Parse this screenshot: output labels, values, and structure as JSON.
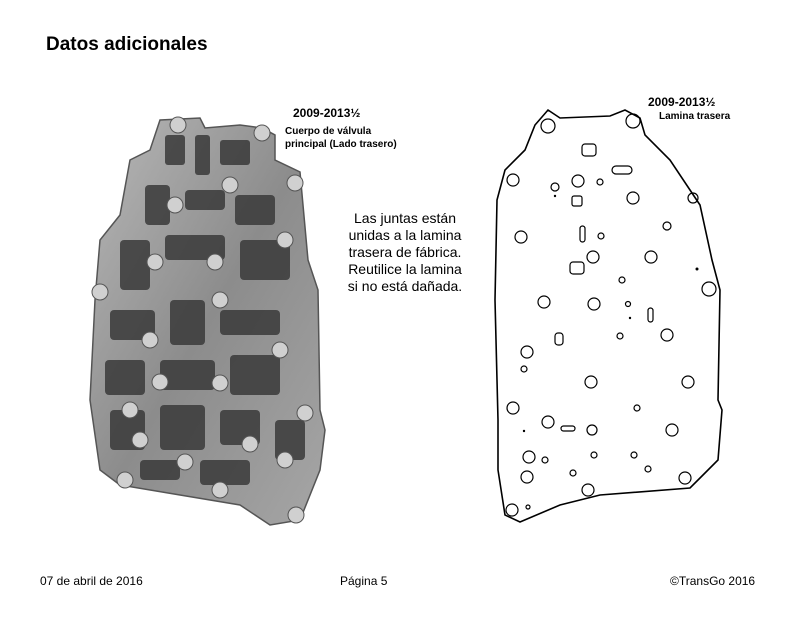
{
  "page": {
    "heading": "Datos adicionales"
  },
  "left_figure": {
    "year": "2009-2013½",
    "caption_line1": "Cuerpo de válvula",
    "caption_line2": "principal (Lado trasero)",
    "image_description_icon": "valve-body-photo"
  },
  "center_note": {
    "lines": [
      "Las juntas están",
      "unidas a la lamina",
      "trasera de fábrica.",
      "Reutilice la lamina",
      "si no está dañada."
    ]
  },
  "right_figure": {
    "year": "2009-2013½",
    "caption": "Lamina trasera",
    "image_description_icon": "separator-plate-drawing"
  },
  "footer": {
    "date": "07 de abril de 2016",
    "page": "Página 5",
    "copyright": "©TransGo 2016"
  },
  "colors": {
    "photo_metal": "#9a9a9a",
    "photo_dark": "#3a3a3a",
    "outline": "#000000"
  }
}
